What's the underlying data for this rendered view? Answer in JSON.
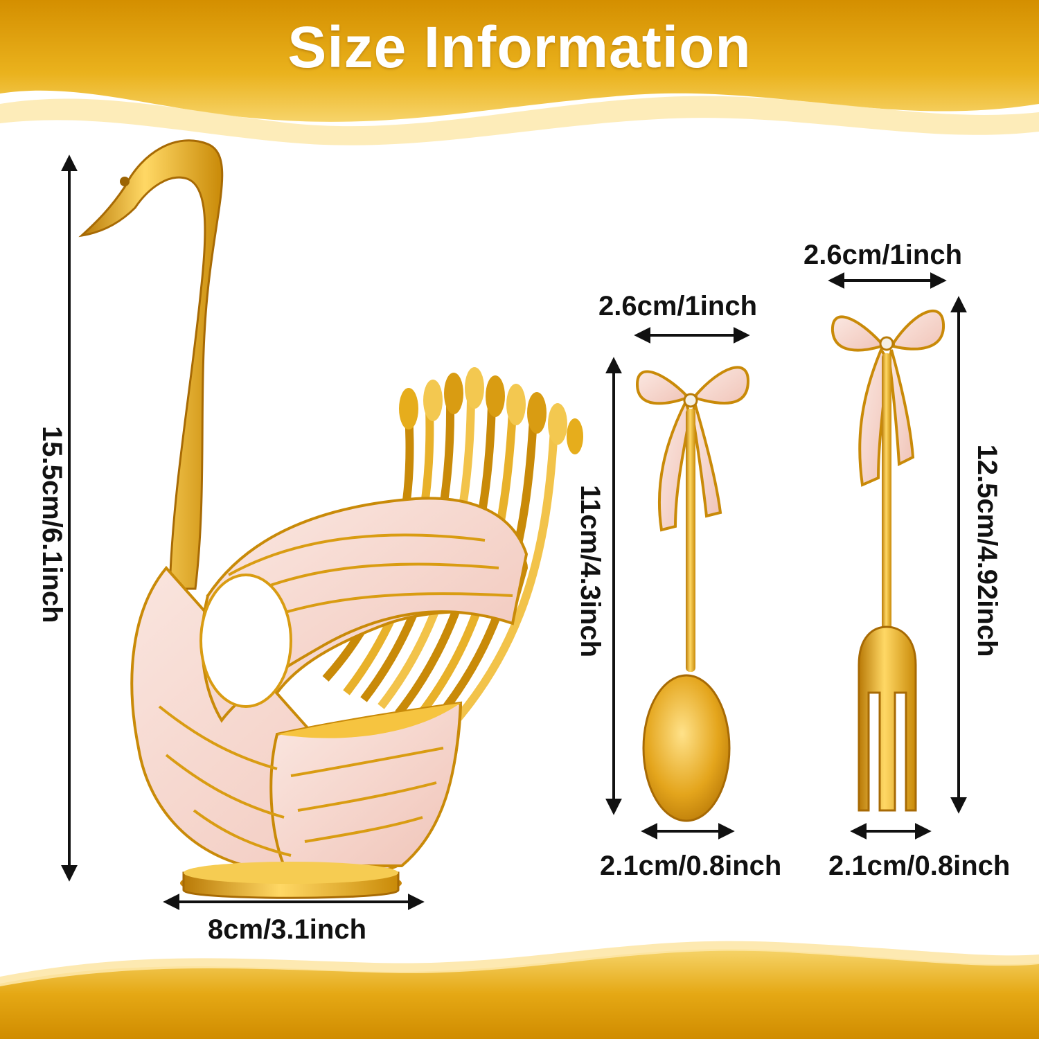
{
  "title": "Size Information",
  "colors": {
    "gold_dark": "#d89a05",
    "gold": "#f1b922",
    "gold_light": "#fde7a8",
    "pink": "#f6d4cc",
    "text": "#111111",
    "arrow": "#111111"
  },
  "holder": {
    "height_label": "15.5cm/6.1inch",
    "width_label": "8cm/3.1inch"
  },
  "spoon": {
    "top_width_label": "2.6cm/1inch",
    "length_label": "11cm/4.3inch",
    "bottom_width_label": "2.1cm/0.8inch"
  },
  "fork": {
    "top_width_label": "2.6cm/1inch",
    "length_label": "12.5cm/4.92inch",
    "bottom_width_label": "2.1cm/0.8inch"
  }
}
